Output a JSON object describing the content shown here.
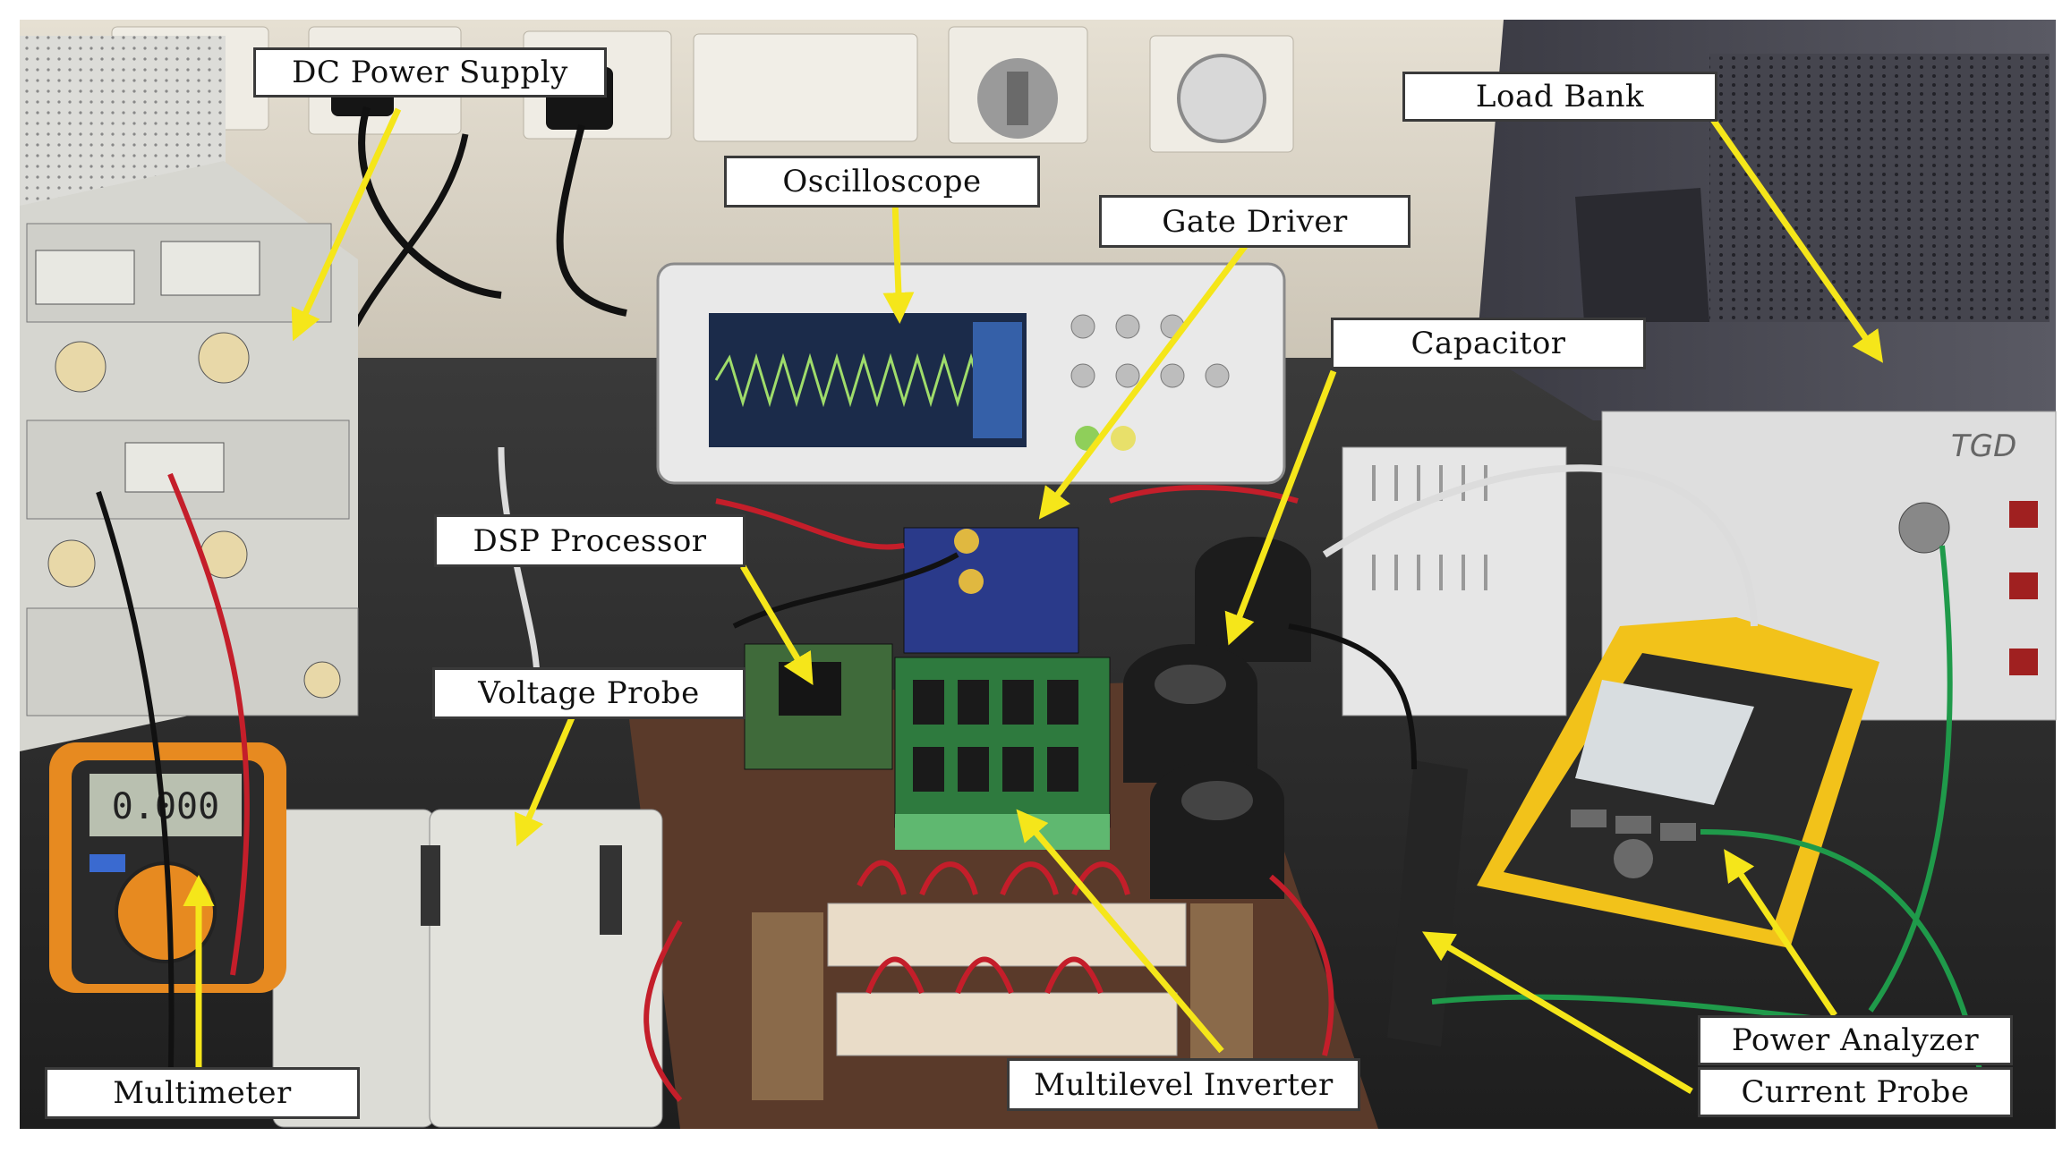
{
  "labels": {
    "dc_power_supply": "DC Power Supply",
    "oscilloscope": "Oscilloscope",
    "gate_driver": "Gate Driver",
    "load_bank": "Load Bank",
    "capacitor": "Capacitor",
    "dsp_processor": "DSP Processor",
    "voltage_probe": "Voltage Probe",
    "multimeter": "Multimeter",
    "multilevel_inverter": "Multilevel Inverter",
    "power_analyzer": "Power Analyzer",
    "current_probe": "Current Probe"
  },
  "readouts": {
    "multimeter_display": "0.000"
  },
  "colors": {
    "arrow": "#f5e61a",
    "wall": "#d9d3c6",
    "bench": "#2a2a2a",
    "load_bank": "#4a4a52",
    "analyzer": "#f2c21a"
  }
}
